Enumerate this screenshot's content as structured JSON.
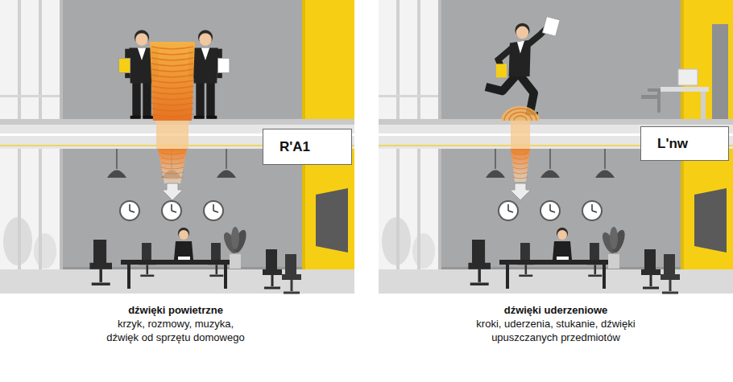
{
  "diagram": {
    "nodes": [
      {
        "text": [
          "R'A1"
        ]
      },
      {
        "text": [
          "L'nw"
        ]
      }
    ],
    "labels": [
      "dźwięki powietrzne",
      "krzyk, rozmowy, muzyka, dźwięk od sprzętu domowego",
      "dźwięki uderzeniowe",
      "kroki, uderzenia, stukanie, dźwięki upuszczanych przedmiotów"
    ]
  }
}
